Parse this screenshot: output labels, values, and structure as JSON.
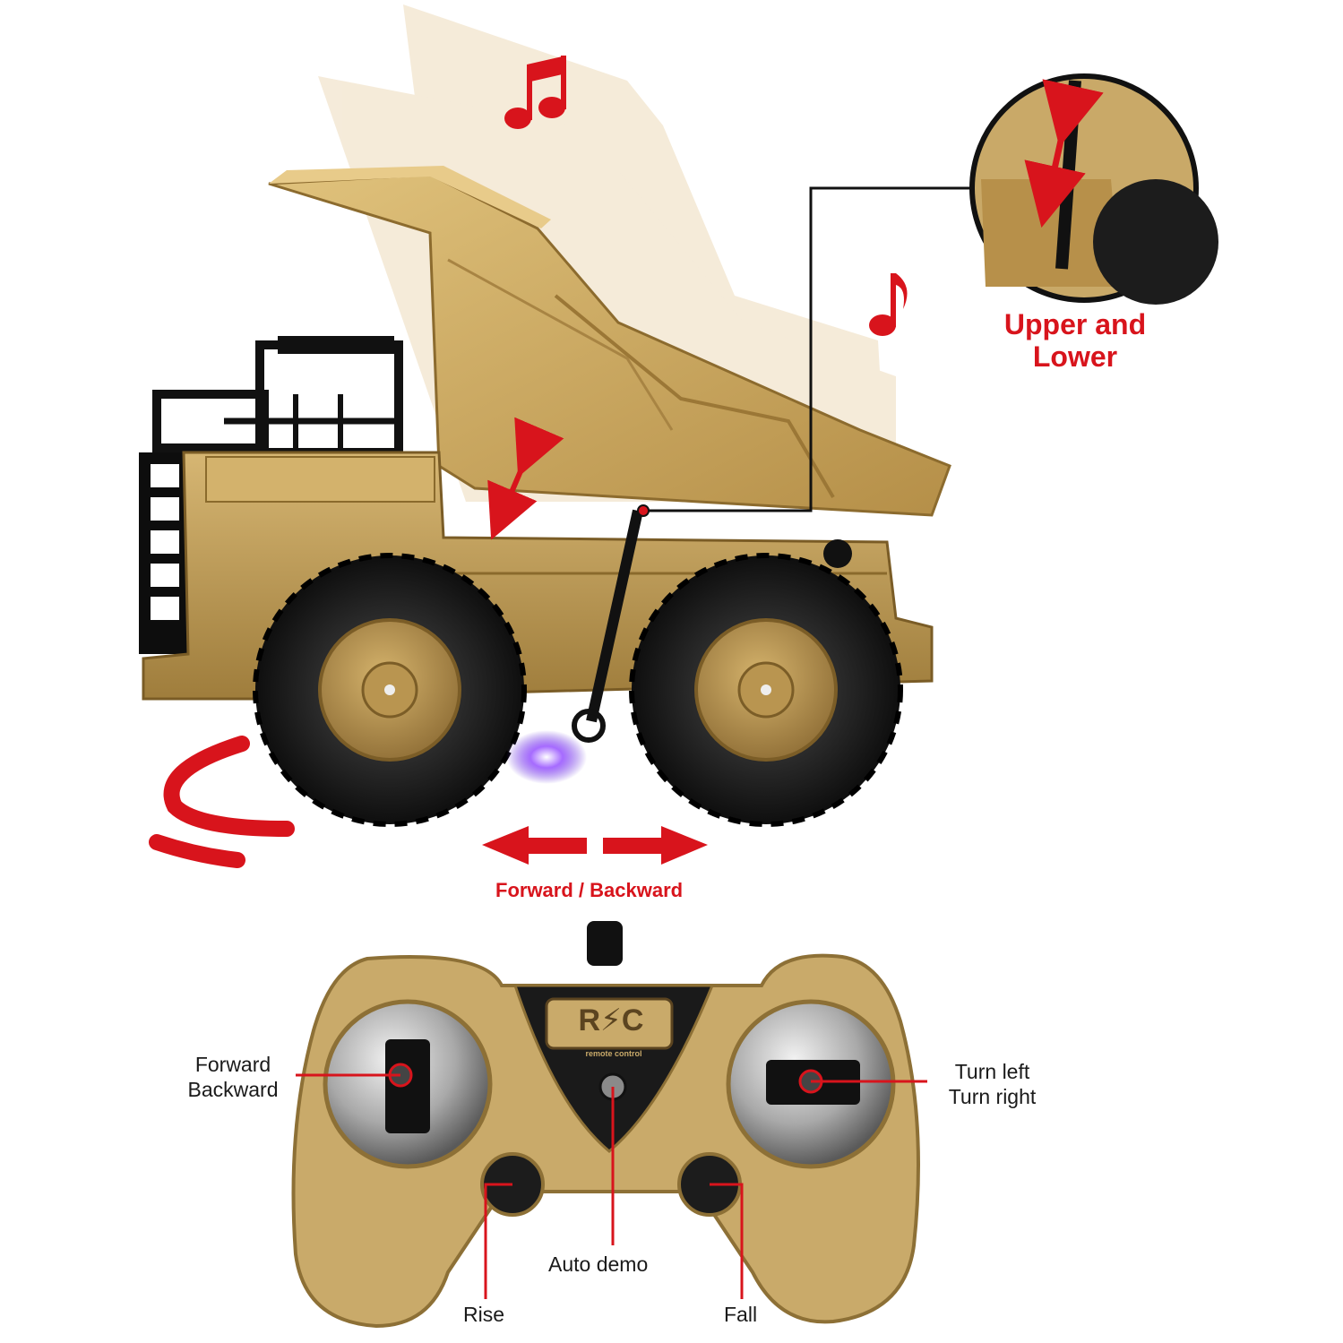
{
  "annotations": {
    "dump_bed": "Upper and\nLower",
    "drive": "Forward / Backward"
  },
  "remote": {
    "badge_text": "R⚡C",
    "badge_subtext": "remote control",
    "left_stick": "Forward\nBackward",
    "right_stick": "Turn left\nTurn right",
    "center_button": "Auto demo",
    "left_button": "Rise",
    "right_button": "Fall"
  },
  "colors": {
    "accent_red": "#d8141c",
    "body_tan": "#c9a968",
    "remote_tan": "#c9aa6a",
    "tire_black": "#1c1c1c"
  }
}
